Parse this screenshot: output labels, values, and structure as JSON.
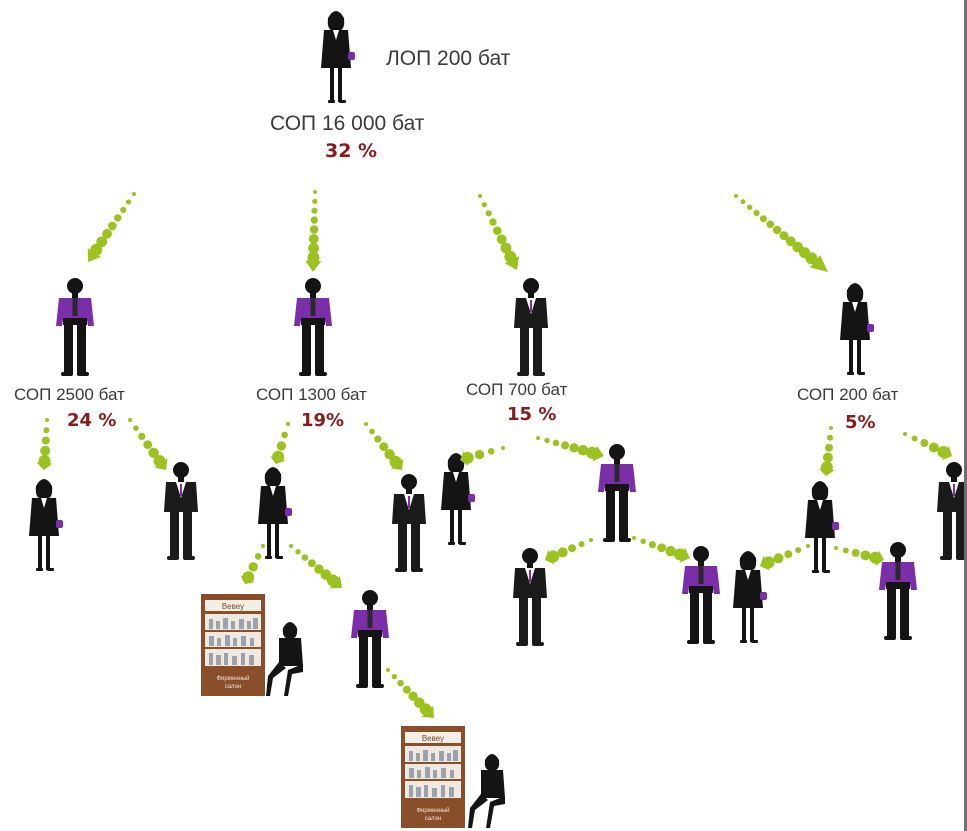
{
  "colors": {
    "percent": "#8b1a1a",
    "arrow": "#9cc21f",
    "arrow_dark": "#8aa917",
    "suit": "#111111",
    "shirt_purple": "#7a2fa8",
    "shop_wood": "#8a4e2b"
  },
  "leader": {
    "lop": "ЛОП 200 бат",
    "sop": "СОП 16 000 бат",
    "percent": "32 %"
  },
  "level1": [
    {
      "sop": "СОП 2500 бат",
      "percent": "24 %",
      "figure": "man-purple-shirt-icon"
    },
    {
      "sop": "СОП 1300 бат",
      "percent": "19%",
      "figure": "man-purple-shirt-icon"
    },
    {
      "sop": "СОП 700 бат",
      "percent": "15 %",
      "figure": "man-dark-suit-icon"
    },
    {
      "sop": "СОП 200 бат",
      "percent": "5%",
      "figure": "woman-black-suit-icon"
    }
  ],
  "shop": {
    "brand": "Вевеу",
    "caption": "Фирменный салон"
  }
}
